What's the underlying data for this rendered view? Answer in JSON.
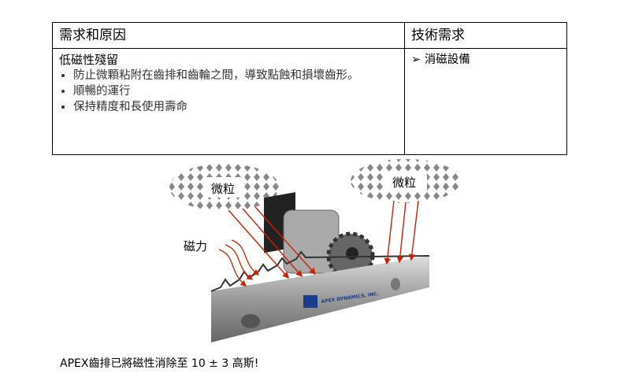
{
  "table": {
    "headers": [
      "需求和原因",
      "技術需求"
    ],
    "need_title": "低磁性殘留",
    "need_items": [
      "防止微顆粘附在齒排和齒輪之間，導致點蝕和損壞齒形。",
      "順暢的運行",
      "保持精度和長使用壽命"
    ],
    "tech_items": [
      "消磁設備"
    ]
  },
  "illustration": {
    "particle_label_left": "微粒",
    "particle_label_right": "微粒",
    "magnetic_label": "磁力",
    "rack_brand": "APEX DYNAMICS, INC.",
    "arrow_color": "#cc2200"
  },
  "caption": "APEX齒排已將磁性消除至 10 ± 3 高斯!"
}
